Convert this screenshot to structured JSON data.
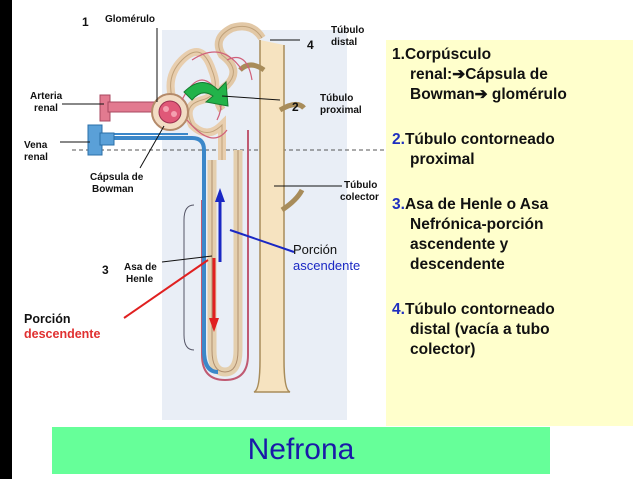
{
  "labels": {
    "glomerulo": "Glomérulo",
    "arteria_1": "Arteria",
    "arteria_2": "renal",
    "vena_1": "Vena",
    "vena_2": "renal",
    "capsula_1": "Cápsula de",
    "capsula_2": "Bowman",
    "tubulo_distal_1": "Túbulo",
    "tubulo_distal_2": "distal",
    "tubulo_proximal_1": "Túbulo",
    "tubulo_proximal_2": "proximal",
    "tubulo_colector_1": "Túbulo",
    "tubulo_colector_2": "colector",
    "asa_1": "Asa de",
    "asa_2": "Henle"
  },
  "numbers": {
    "n1": "1",
    "n2": "2",
    "n3": "3",
    "n4": "4"
  },
  "porcion_ascendente": {
    "line1": "Porción",
    "line2": "ascendente"
  },
  "porcion_descendente": {
    "line1": "Porción",
    "line2": "descendente"
  },
  "info": [
    {
      "num": "1.",
      "l1": "Corpúsculo",
      "l2": "renal:➔Cápsula de",
      "l3": "Bowman➔ glomérulo"
    },
    {
      "num": "2.",
      "l1": "Túbulo contorneado",
      "l2": "proximal"
    },
    {
      "num": "3.",
      "l1": "Asa de Henle o Asa",
      "l2": "Nefrónica-porción",
      "l3": "ascendente y",
      "l4": "descendente"
    },
    {
      "num": "4.",
      "l1": "Túbulo contorneado",
      "l2": "distal (vacía a tubo",
      "l3": "colector)"
    }
  ],
  "title": "Nefrona",
  "colors": {
    "title_bar": "#66ff99",
    "info_bg": "#ffffcc",
    "accent_blue": "#1f2fbf",
    "accent_red": "#e03030"
  }
}
